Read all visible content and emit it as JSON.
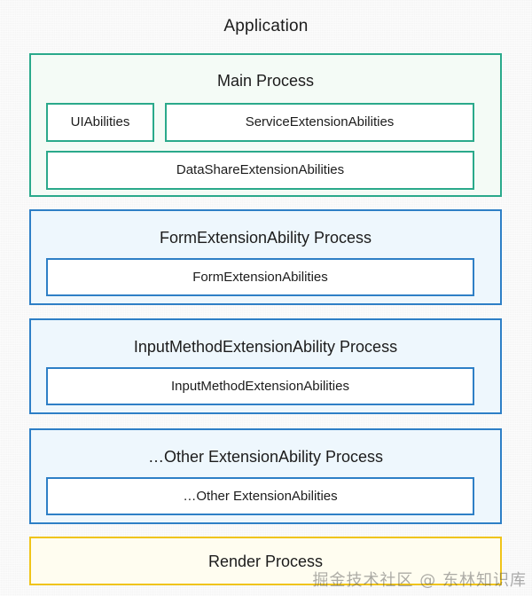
{
  "diagram": {
    "title": "Application",
    "background_color": "#f4f4f4",
    "processes": [
      {
        "id": "main-process",
        "title": "Main Process",
        "border_color": "#2aa98b",
        "fill_color": "#f4fbf6",
        "abilities": [
          {
            "id": "uiabilities",
            "label": "UIAbilities"
          },
          {
            "id": "serviceextensionabilities",
            "label": "ServiceExtensionAbilities"
          },
          {
            "id": "datashareextensionabilities",
            "label": "DataShareExtensionAbilities"
          }
        ]
      },
      {
        "id": "formextensionability-process",
        "title": "FormExtensionAbility Process",
        "border_color": "#2e7fc6",
        "fill_color": "#eef7fd",
        "abilities": [
          {
            "id": "formextensionabilities",
            "label": "FormExtensionAbilities"
          }
        ]
      },
      {
        "id": "inputmethodextensionability-process",
        "title": "InputMethodExtensionAbility Process",
        "border_color": "#2e7fc6",
        "fill_color": "#eef7fd",
        "abilities": [
          {
            "id": "inputmethodextensionabilities",
            "label": "InputMethodExtensionAbilities"
          }
        ]
      },
      {
        "id": "other-extensionability-process",
        "title": "…Other ExtensionAbility Process",
        "border_color": "#2e7fc6",
        "fill_color": "#eef7fd",
        "abilities": [
          {
            "id": "other-extensionabilities",
            "label": "…Other ExtensionAbilities"
          }
        ]
      },
      {
        "id": "render-process",
        "title": "Render Process",
        "border_color": "#f0c419",
        "fill_color": "#fffdf0",
        "abilities": []
      }
    ],
    "watermark": "掘金技术社区 @ 东林知识库"
  }
}
